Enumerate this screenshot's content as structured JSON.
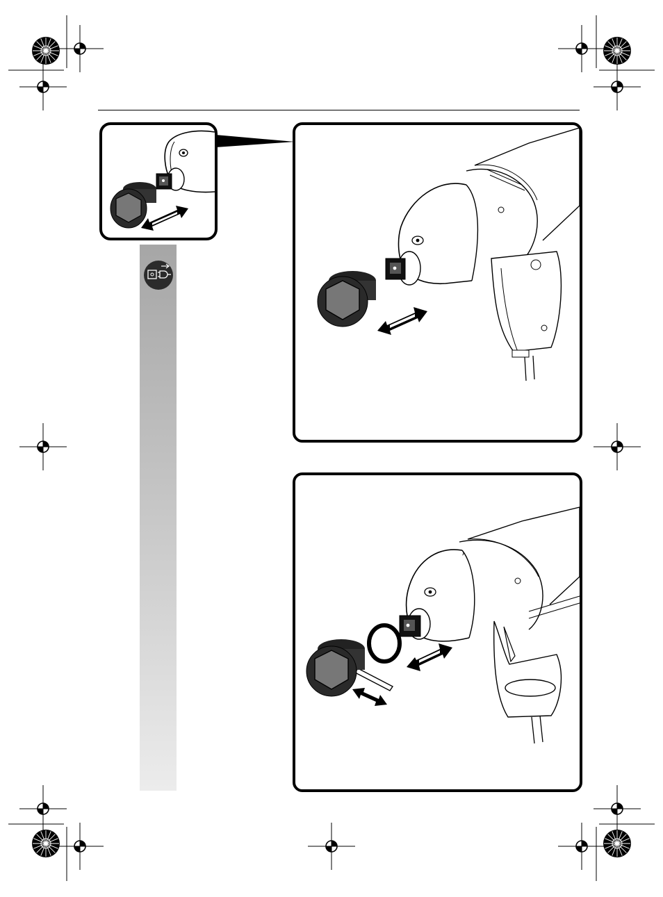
{
  "page": {
    "background": "#ffffff",
    "ink_color": "#000000",
    "sidebar_gradient": [
      "#a6a6a6",
      "#ececec"
    ]
  },
  "icons": {
    "unplug_symbol": "unplug-before-work-icon",
    "registration": "registration-mark-icon",
    "color_wheel": "color-wheel-icon",
    "double_arrow": "double-arrow-icon"
  },
  "figures": [
    {
      "name": "inset-detail",
      "content": "socket-and-square-drive"
    },
    {
      "name": "mount-socket",
      "content": "impact-wrench-with-socket"
    },
    {
      "name": "mount-socket-with-pin-and-ring",
      "content": "impact-wrench-socket-pin-o-ring"
    }
  ]
}
